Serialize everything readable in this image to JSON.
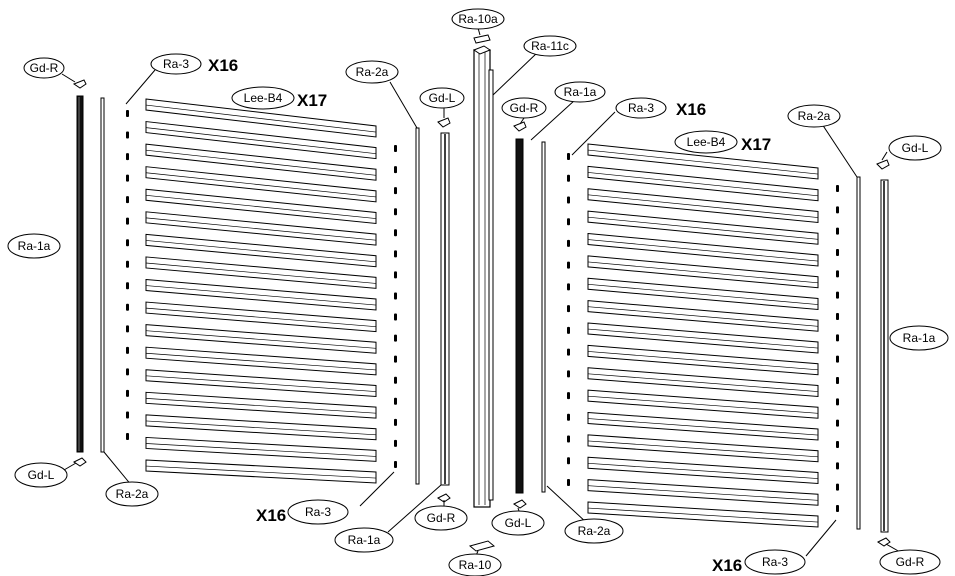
{
  "colors": {
    "line": "#000000",
    "fill": "#ffffff",
    "rail": "#111111"
  },
  "parts": {
    "rail_1a": "Ra-1a",
    "rail_2a": "Ra-2a",
    "clip_3": "Ra-3",
    "post_10": "Ra-10",
    "post_cap_10a": "Ra-10a",
    "post_11c": "Ra-11c",
    "slat_b4": "Lee-B4",
    "guide_right": "Gd-R",
    "guide_left": "Gd-L"
  },
  "quantities": {
    "clips": "X16",
    "slats": "X17"
  },
  "assembly": {
    "slat_count_per_panel": 17,
    "clip_count_per_column": 16
  }
}
